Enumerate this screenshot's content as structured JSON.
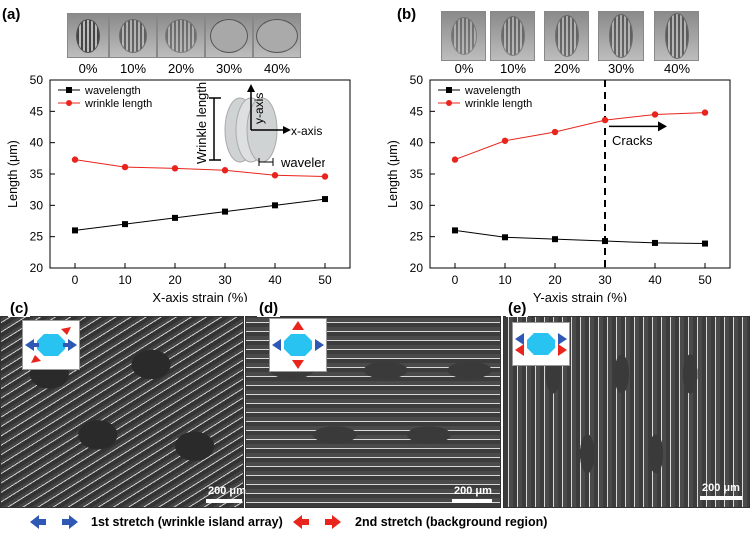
{
  "panels": {
    "a": {
      "label": "(a)"
    },
    "b": {
      "label": "(b)"
    },
    "c": {
      "label": "(c)",
      "scale": "200 μm"
    },
    "d": {
      "label": "(d)",
      "scale": "200 μm"
    },
    "e": {
      "label": "(e)",
      "scale": "200 μm"
    }
  },
  "thumbnails_a": [
    "0%",
    "10%",
    "20%",
    "30%",
    "40%"
  ],
  "thumbnails_b": [
    "0%",
    "10%",
    "20%",
    "30%",
    "40%"
  ],
  "inset_a": {
    "y_axis": "y-axis",
    "x_axis": "x-axis",
    "wrinkle_length": "Wrinkle length",
    "wavelength": "wavelength"
  },
  "annotation_b": "Cracks",
  "bottom_legend": {
    "first": "1st stretch (wrinkle island array)",
    "second": "2nd stretch (background region)"
  },
  "colors": {
    "wavelength": "#000000",
    "wrinkle_length": "#e8241c",
    "arrow_blue": "#2f57b4",
    "arrow_red": "#e8241c",
    "octagon": "#29c3f2"
  },
  "chart_data": [
    {
      "type": "line",
      "x": [
        0,
        10,
        20,
        30,
        40,
        50
      ],
      "xlabel": "X-axis strain (%)",
      "ylabel": "Length (μm)",
      "xlim": [
        -5,
        55
      ],
      "ylim": [
        20,
        50
      ],
      "xticks": [
        0,
        10,
        20,
        30,
        40,
        50
      ],
      "yticks": [
        20,
        25,
        30,
        35,
        40,
        45,
        50
      ],
      "legend": "top-left",
      "series": [
        {
          "name": "wavelength",
          "values": [
            26.0,
            27.0,
            28.0,
            29.0,
            30.0,
            31.0
          ],
          "color": "#000000",
          "marker": "square"
        },
        {
          "name": "wrinkle length",
          "values": [
            37.3,
            36.1,
            35.9,
            35.6,
            34.8,
            34.6
          ],
          "color": "#e8241c",
          "marker": "circle"
        }
      ]
    },
    {
      "type": "line",
      "x": [
        0,
        10,
        20,
        30,
        40,
        50
      ],
      "xlabel": "Y-axis strain (%)",
      "ylabel": "Length (μm)",
      "xlim": [
        -5,
        55
      ],
      "ylim": [
        20,
        50
      ],
      "xticks": [
        0,
        10,
        20,
        30,
        40,
        50
      ],
      "yticks": [
        20,
        25,
        30,
        35,
        40,
        45,
        50
      ],
      "legend": "top-left",
      "vline": 30,
      "series": [
        {
          "name": "wavelength",
          "values": [
            26.0,
            24.9,
            24.6,
            24.3,
            24.0,
            23.9
          ],
          "color": "#000000",
          "marker": "square"
        },
        {
          "name": "wrinkle length",
          "values": [
            37.3,
            40.3,
            41.7,
            43.6,
            44.5,
            44.8
          ],
          "color": "#e8241c",
          "marker": "circle"
        }
      ]
    }
  ]
}
